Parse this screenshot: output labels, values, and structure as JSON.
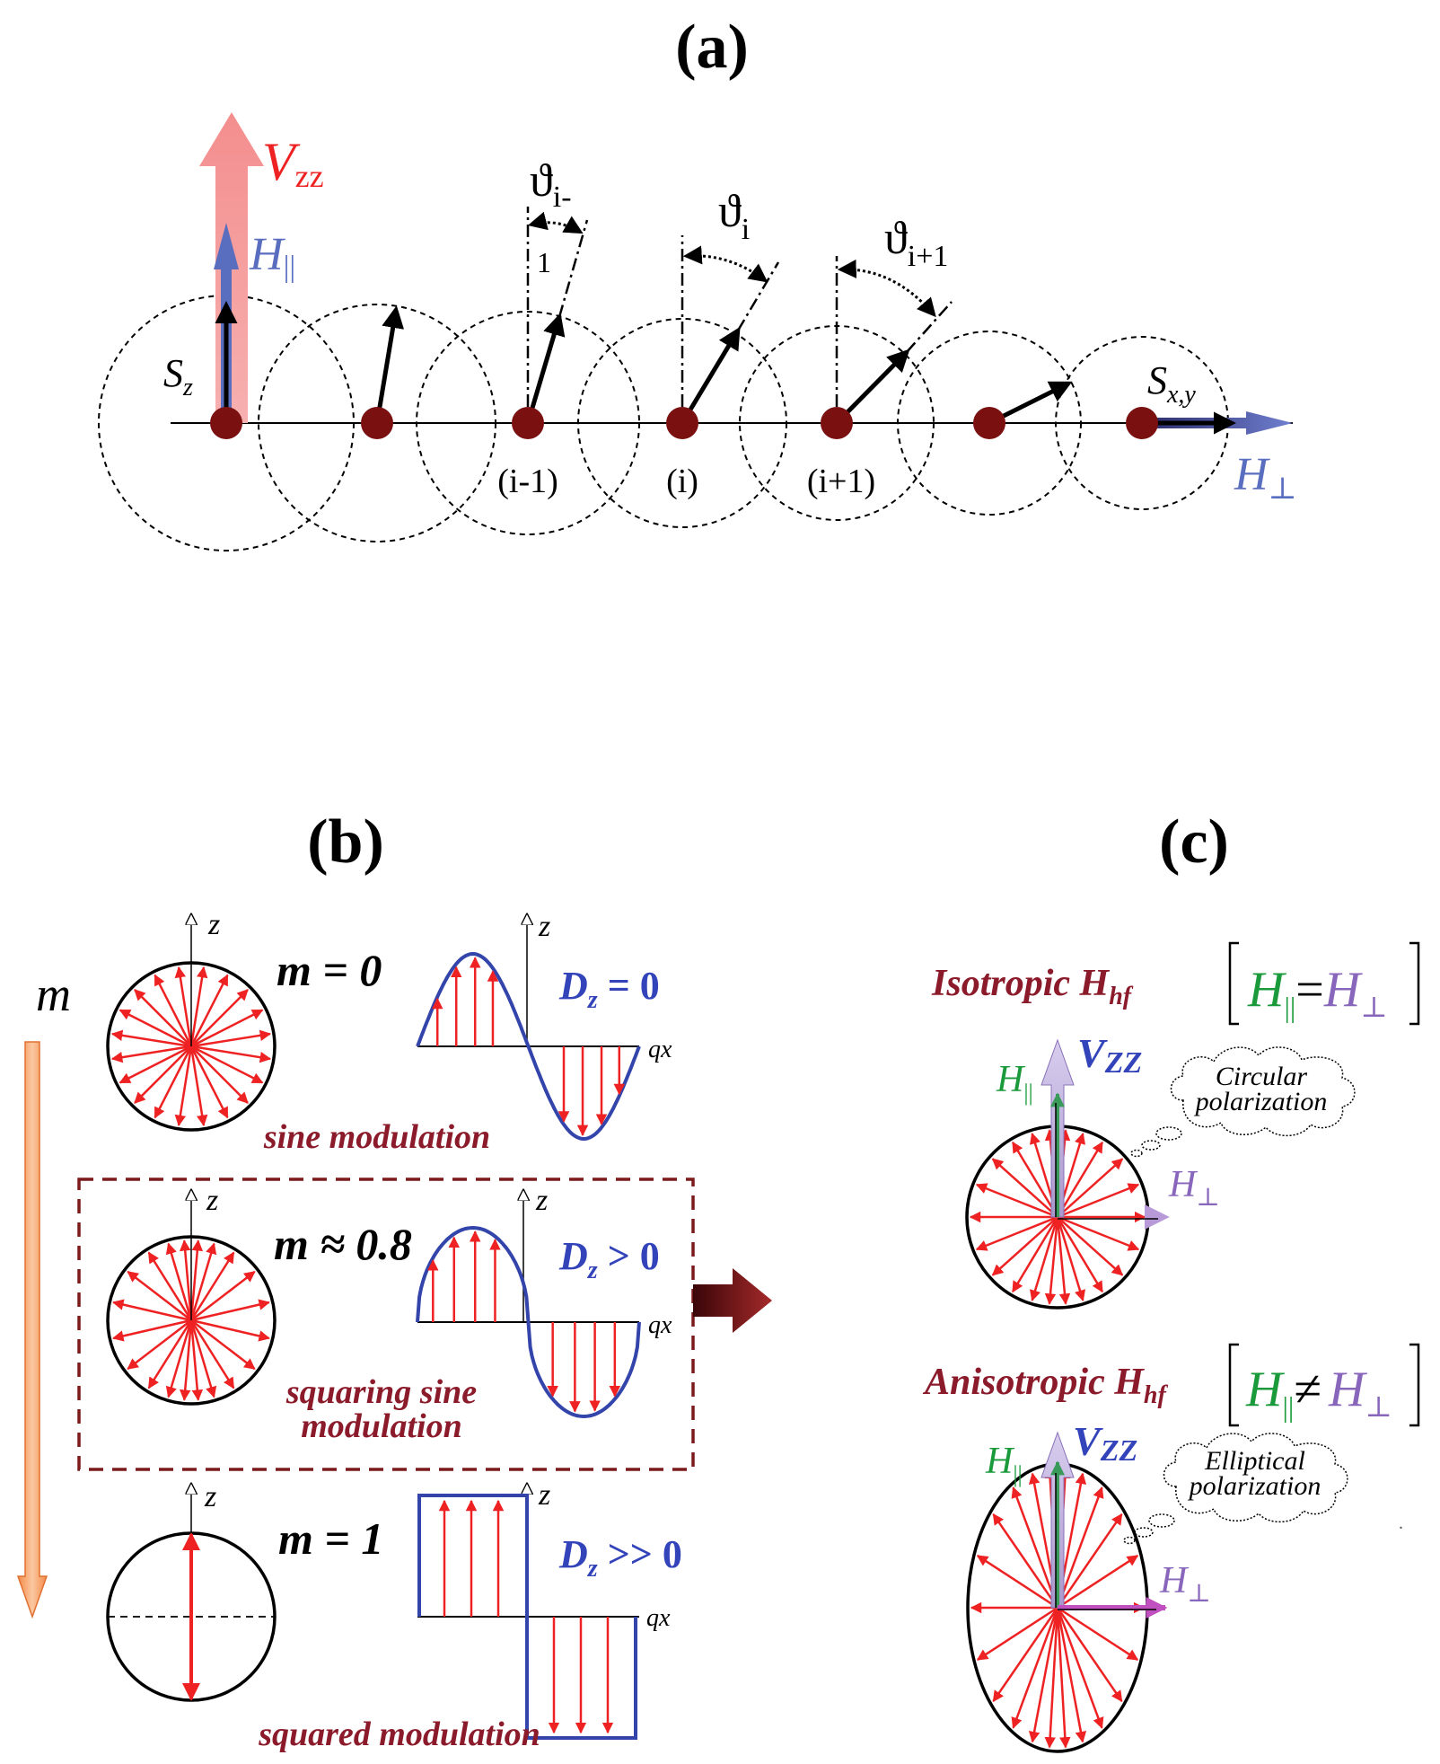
{
  "colors": {
    "red_arrow": "#ee2222",
    "blue_curve": "#3344aa",
    "blue_label": "#3344bb",
    "dark_red_label": "#8b1a2a",
    "site_dot": "#7a1010",
    "green_label": "#1a9a3a",
    "purple_label": "#8866bb",
    "pink_vzz": "#f39a9a",
    "blue_field": "#5a6ec0",
    "orange_arrow": "#f6a368"
  },
  "panel_a": {
    "label": "(a)",
    "vzz": {
      "main": "V",
      "sub": "zz"
    },
    "h_par": {
      "main": "H",
      "sub": "||"
    },
    "s_z": {
      "main": "S",
      "sub": "z"
    },
    "s_xy": {
      "main": "S",
      "sub": "x,y"
    },
    "h_perp": {
      "main": "H",
      "sub": "⊥"
    },
    "sites": [
      "(i-1)",
      "(i)",
      "(i+1)"
    ],
    "angles": [
      {
        "main": "ϑ",
        "sub": "i-",
        "sub2": "1"
      },
      {
        "main": "ϑ",
        "sub": "i"
      },
      {
        "main": "ϑ",
        "sub": "i+1"
      }
    ]
  },
  "panel_b": {
    "label": "(b)",
    "m_axis": "m",
    "axis_z": "z",
    "axis_qx": "qx",
    "rows": [
      {
        "m_label": "m = 0",
        "d_main": "D",
        "d_sub": "z",
        "d_rel": " = 0",
        "caption": [
          "sine modulation"
        ]
      },
      {
        "m_label": "m ≈ 0.8",
        "d_main": "D",
        "d_sub": "z",
        "d_rel": " > 0",
        "caption": [
          "squaring sine",
          "modulation"
        ]
      },
      {
        "m_label": "m = 1",
        "d_main": "D",
        "d_sub": "z",
        "d_rel": " >> 0",
        "caption": [
          "squared modulation"
        ]
      }
    ]
  },
  "panel_c": {
    "label": "(c)",
    "iso": {
      "title": "Isotropic H",
      "title_sub": "hf",
      "relation": {
        "left": "H",
        "left_sub": "||",
        "op": "=",
        "right": "H",
        "right_sub": "⊥"
      },
      "cloud": [
        "Circular",
        "polarization"
      ],
      "vzz": "V",
      "vzz_sub": "ZZ",
      "h_par": "H",
      "h_par_sub": "||",
      "h_perp": "H",
      "h_perp_sub": "⊥"
    },
    "aniso": {
      "title": "Anisotropic H",
      "title_sub": "hf",
      "relation": {
        "left": "H",
        "left_sub": "||",
        "op": "≠",
        "right": "H",
        "right_sub": "⊥"
      },
      "cloud": [
        "Elliptical",
        "polarization"
      ],
      "vzz": "V",
      "vzz_sub": "ZZ",
      "h_par": "H",
      "h_par_sub": "||",
      "h_perp": "H",
      "h_perp_sub": "⊥"
    }
  }
}
